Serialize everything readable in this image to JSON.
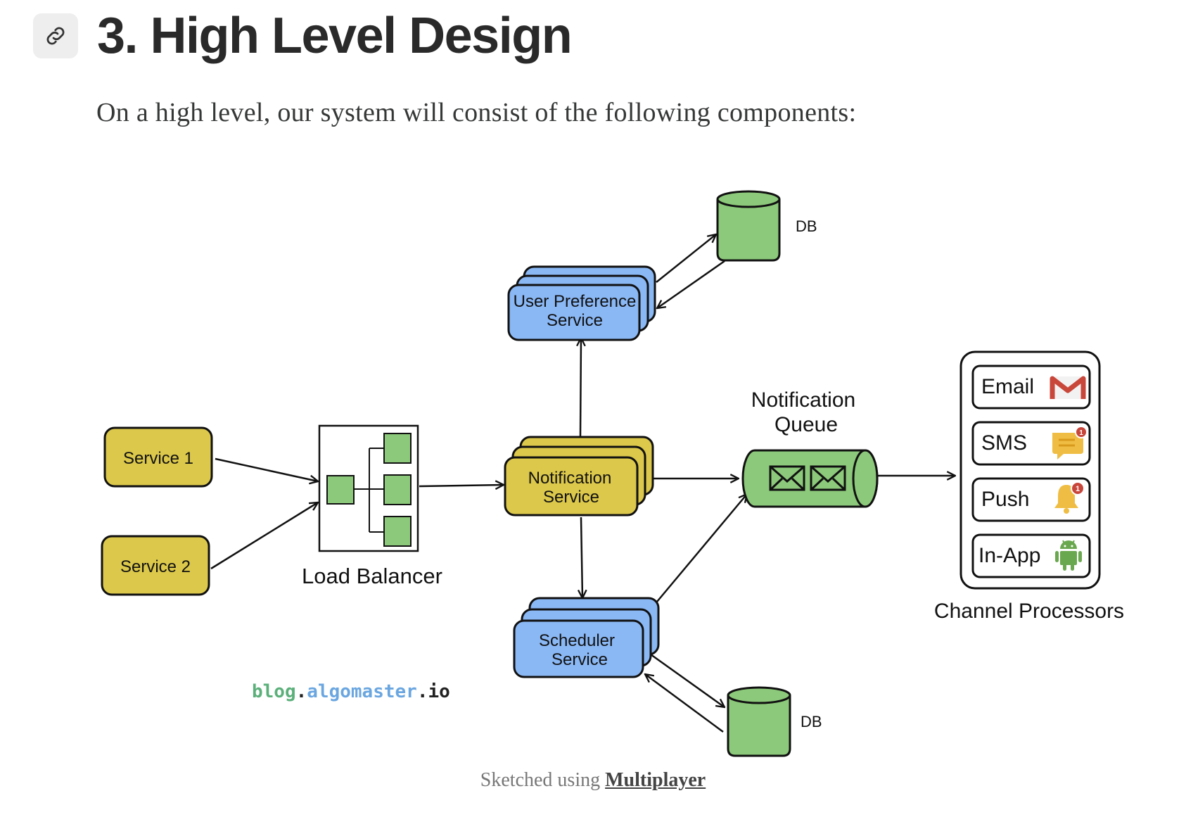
{
  "heading": {
    "title": "3. High Level Design",
    "anchor_icon": "link-icon"
  },
  "intro": "On a high level, our system will consist of the following components:",
  "diagram": {
    "services": [
      "Service 1",
      "Service 2"
    ],
    "load_balancer": "Load Balancer",
    "notification_service": [
      "Notification",
      "Service"
    ],
    "user_preference_service": [
      "User Preference",
      "Service"
    ],
    "scheduler_service": [
      "Scheduler",
      "Service"
    ],
    "notification_queue": [
      "Notification",
      "Queue"
    ],
    "db_top": "DB",
    "db_bottom": "DB",
    "channels": [
      {
        "label": "Email",
        "icon": "gmail-icon"
      },
      {
        "label": "SMS",
        "icon": "sms-icon"
      },
      {
        "label": "Push",
        "icon": "bell-icon"
      },
      {
        "label": "In-App",
        "icon": "android-icon"
      }
    ],
    "channel_processors": "Channel Processors",
    "watermark": {
      "part1": "blog",
      "dot1": ".",
      "part2": "algomaster",
      "dot2": ".",
      "part3": "io"
    },
    "colors": {
      "yellow": "#dcc84a",
      "blue": "#8ab8f5",
      "green": "#8cc97a",
      "watermark_green": "#5bb07a",
      "watermark_blue": "#6aa6e0"
    }
  },
  "caption": {
    "prefix": "Sketched using ",
    "link": "Multiplayer"
  }
}
